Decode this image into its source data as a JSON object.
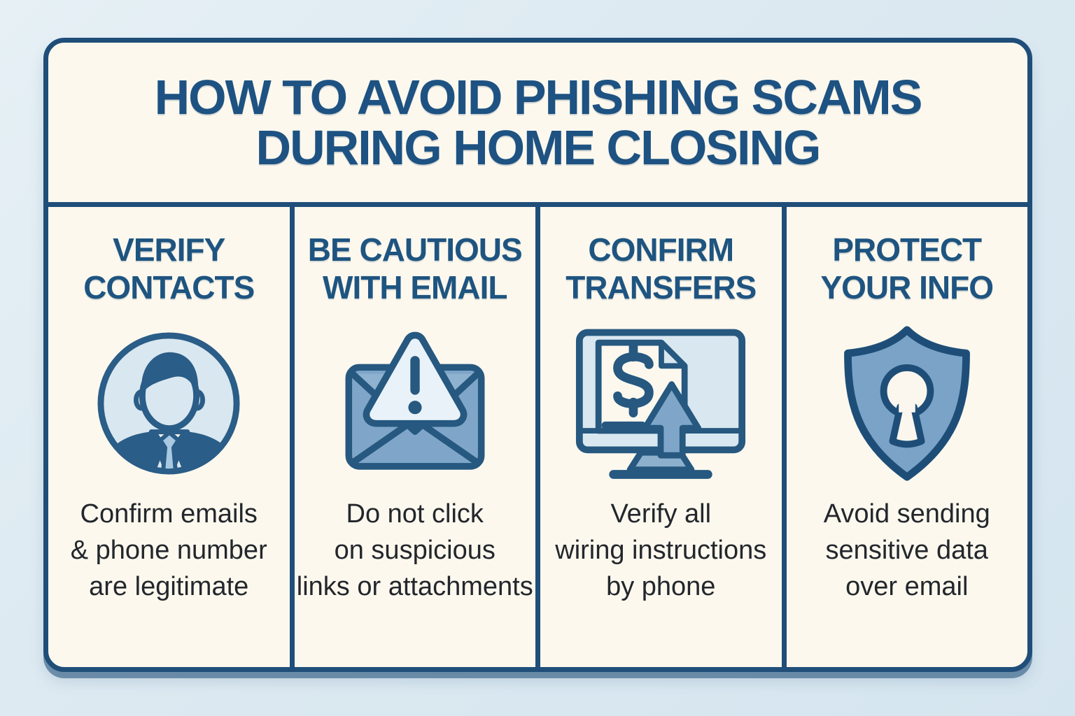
{
  "colors": {
    "page_background": "#dce9f1",
    "card_background": "#fcf8ee",
    "border": "#1f4e79",
    "title_text": "#1d5282",
    "heading_text": "#1e5480",
    "body_text": "#23272c",
    "icon_dark_blue": "#2a5d87",
    "icon_mid_blue": "#7fa6c8",
    "icon_light_blue": "#d9e7f0",
    "icon_pale": "#e9f2f8",
    "icon_tie_blue": "#a9c9e2"
  },
  "title": {
    "lines": [
      "HOW TO AVOID PHISHING SCAMS",
      "DURING HOME CLOSING"
    ]
  },
  "columns": [
    {
      "heading_lines": [
        "VERIFY",
        "CONTACTS"
      ],
      "icon": "person-circle-icon",
      "body_lines": [
        "Confirm emails",
        "& phone number",
        "are legitimate"
      ]
    },
    {
      "heading_lines": [
        "BE CAUTIOUS",
        "WITH EMAIL"
      ],
      "icon": "envelope-warning-icon",
      "body_lines": [
        "Do not click",
        "on suspicious",
        "links or attachments"
      ]
    },
    {
      "heading_lines": [
        "CONFIRM",
        "TRANSFERS"
      ],
      "icon": "monitor-wire-transfer-icon",
      "body_lines": [
        "Verify all",
        "wiring instructions",
        "by phone"
      ]
    },
    {
      "heading_lines": [
        "PROTECT",
        "YOUR INFO"
      ],
      "icon": "shield-keyhole-icon",
      "body_lines": [
        "Avoid sending",
        "sensitive data",
        "over email"
      ]
    }
  ]
}
